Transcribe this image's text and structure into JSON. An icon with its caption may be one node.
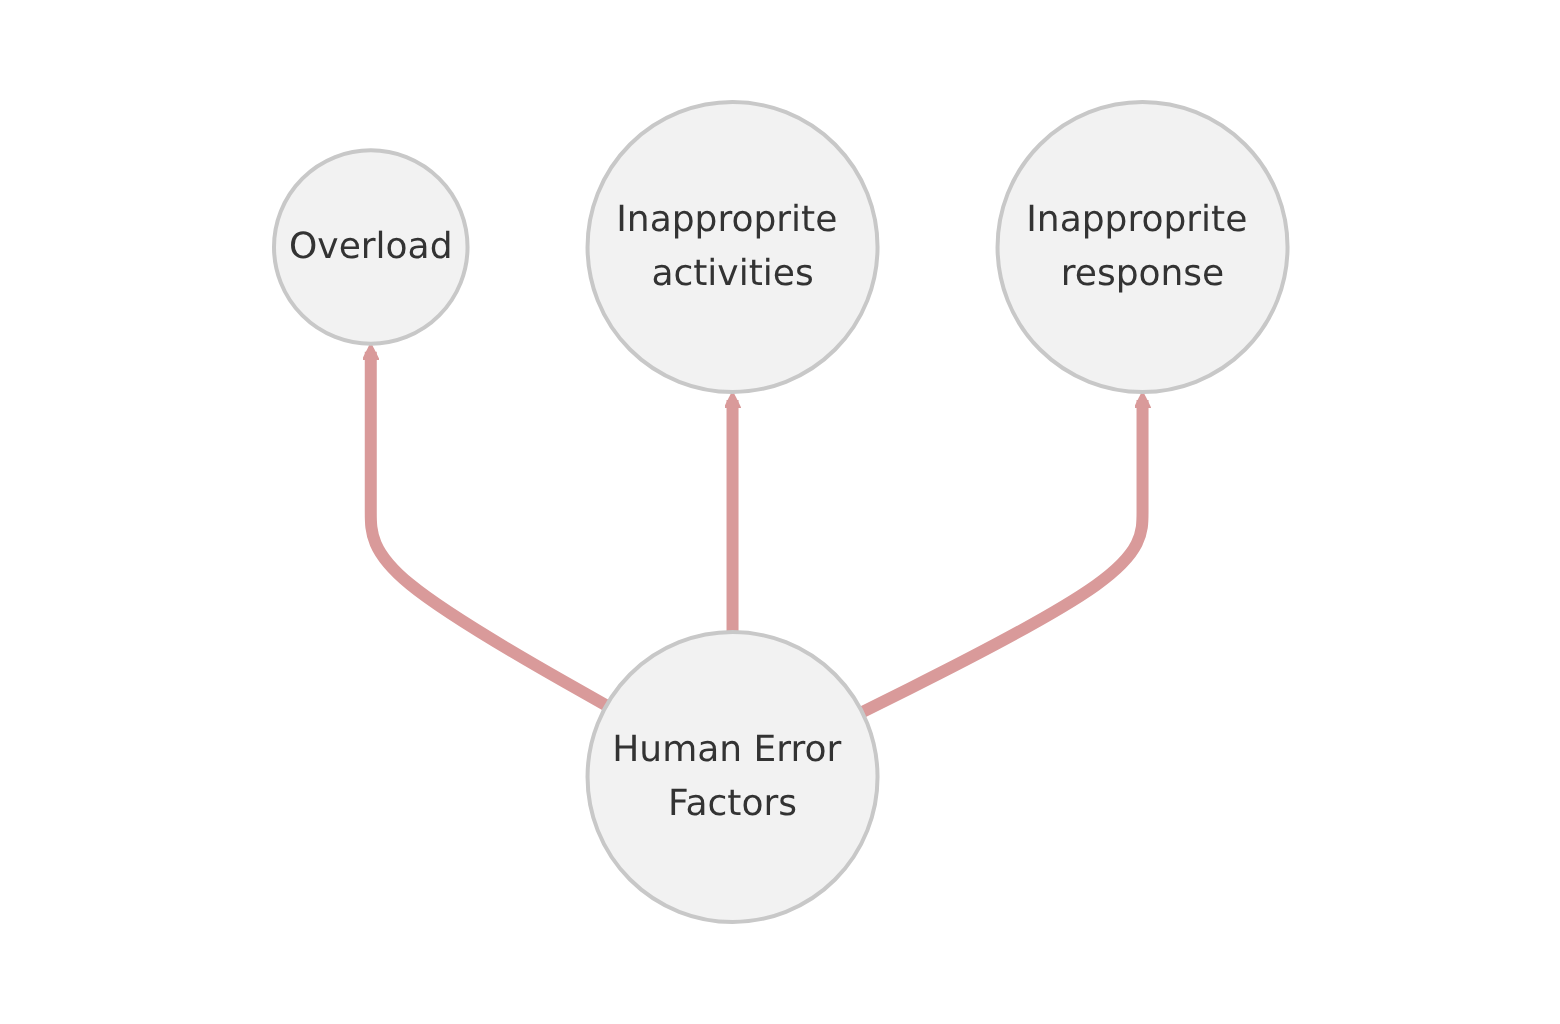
{
  "diagram": {
    "nodes": [
      {
        "text": [
          "Overload"
        ]
      },
      {
        "text": [
          "Inapproprite activities"
        ]
      },
      {
        "text": [
          "Human Error Factors"
        ]
      },
      {
        "text": [
          "Inapproprite response"
        ]
      }
    ],
    "edges": [
      {
        "from": 2,
        "to": 0,
        "arrow": "to"
      },
      {
        "from": 2,
        "to": 1,
        "arrow": "to"
      },
      {
        "from": 2,
        "to": 3,
        "arrow": "to"
      }
    ]
  }
}
